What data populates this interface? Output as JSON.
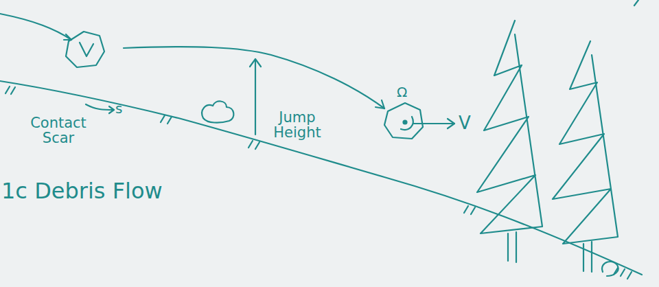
{
  "diagram": {
    "title": "1c Debris Flow",
    "labels": [
      "Contact Scar",
      "s",
      "Jump Height",
      "Ω",
      "V"
    ]
  }
}
